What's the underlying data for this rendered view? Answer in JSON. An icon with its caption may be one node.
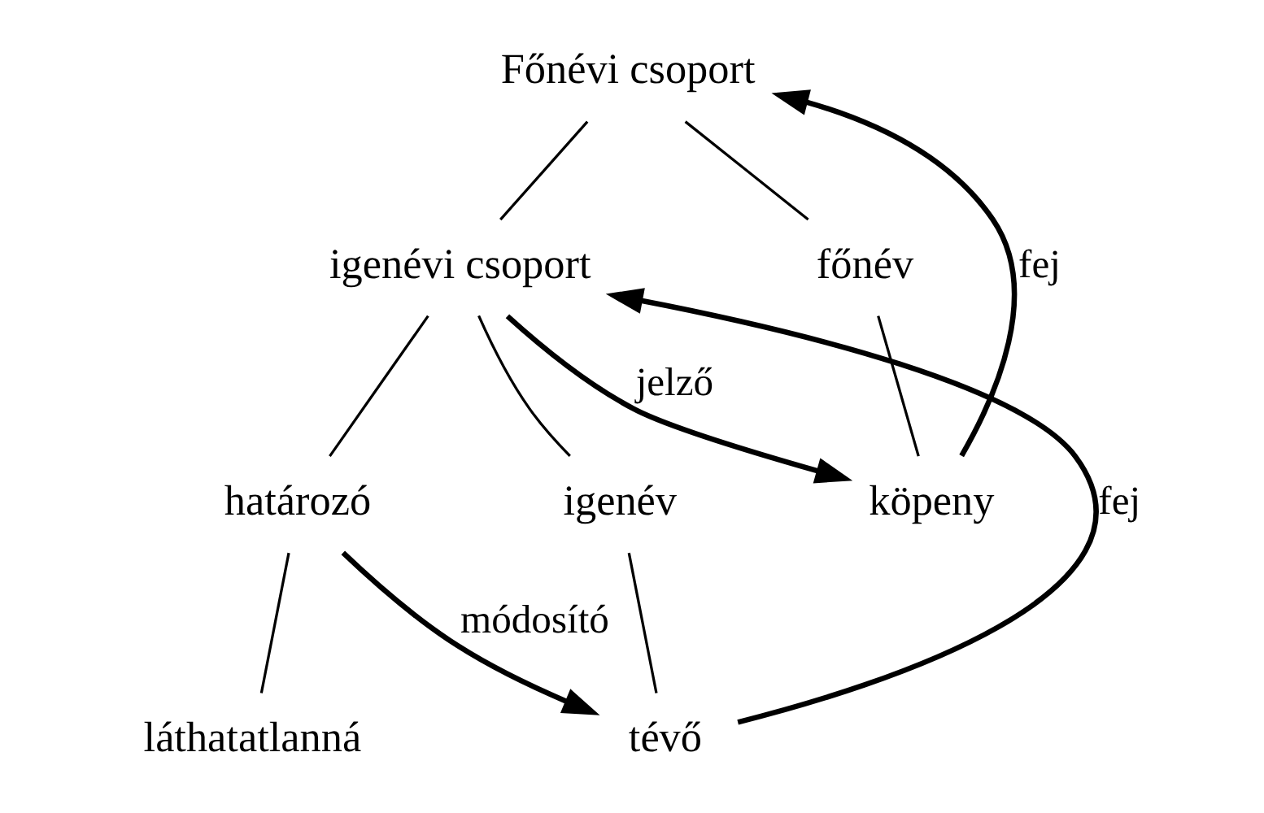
{
  "diagram": {
    "nodes": [
      {
        "text": [
          "Főnévi csoport"
        ]
      },
      {
        "text": [
          "igenévi csoport"
        ]
      },
      {
        "text": [
          "főnév"
        ]
      },
      {
        "text": [
          "határozó"
        ]
      },
      {
        "text": [
          "igenév"
        ]
      },
      {
        "text": [
          "láthatatlanná"
        ]
      },
      {
        "text": [
          "tévő"
        ]
      },
      {
        "text": [
          "köpeny"
        ]
      }
    ],
    "edges": [
      {
        "from": 0,
        "to": 1,
        "arrow": "none"
      },
      {
        "from": 0,
        "to": 2,
        "arrow": "none"
      },
      {
        "from": 1,
        "to": 3,
        "arrow": "none"
      },
      {
        "from": 1,
        "to": 4,
        "arrow": "none"
      },
      {
        "from": 3,
        "to": 5,
        "arrow": "none"
      },
      {
        "from": 4,
        "to": 6,
        "arrow": "none"
      },
      {
        "from": 2,
        "to": 7,
        "arrow": "none"
      },
      {
        "from": 7,
        "to": 0,
        "arrow": "to",
        "label": "fej",
        "style": "thick"
      },
      {
        "from": 6,
        "to": 1,
        "arrow": "to",
        "label": "fej",
        "style": "thick"
      },
      {
        "from": 3,
        "to": 6,
        "arrow": "to",
        "label": "módosító",
        "style": "thick"
      },
      {
        "from": 1,
        "to": 7,
        "arrow": "to",
        "label": "jelző",
        "style": "thick"
      }
    ]
  }
}
